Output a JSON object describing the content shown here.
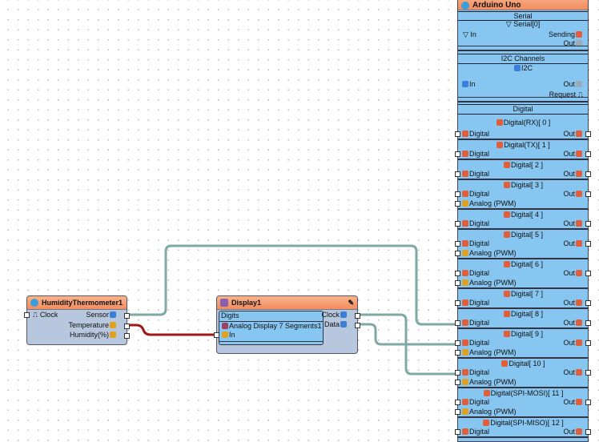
{
  "humidity": {
    "title": "HumidityThermometer1",
    "clock": "Clock",
    "sensor": "Sensor",
    "temperature": "Temperature",
    "humidity": "Humidity(%)"
  },
  "display": {
    "title": "Display1",
    "digits": "Digits",
    "element": "Analog Display 7 Segments1",
    "in": "In",
    "clock": "Clock",
    "data": "Data"
  },
  "arduino": {
    "title": "Arduino Uno",
    "serial": {
      "header": "Serial",
      "name": "Serial[0]",
      "in": "In",
      "sending": "Sending",
      "out": "Out"
    },
    "i2c": {
      "header": "I2C Channels",
      "name": "I2C",
      "in": "In",
      "out": "Out",
      "request": "Request"
    },
    "digital_header": "Digital",
    "pins": [
      {
        "name": "Digital(RX)[ 0 ]",
        "in": "Digital",
        "out": "Out",
        "analog": null
      },
      {
        "name": "Digital(TX)[ 1 ]",
        "in": "Digital",
        "out": "Out",
        "analog": null
      },
      {
        "name": "Digital[ 2 ]",
        "in": "Digital",
        "out": "Out",
        "analog": null
      },
      {
        "name": "Digital[ 3 ]",
        "in": "Digital",
        "out": "Out",
        "analog": "Analog (PWM)"
      },
      {
        "name": "Digital[ 4 ]",
        "in": "Digital",
        "out": "Out",
        "analog": null
      },
      {
        "name": "Digital[ 5 ]",
        "in": "Digital",
        "out": "Out",
        "analog": "Analog (PWM)"
      },
      {
        "name": "Digital[ 6 ]",
        "in": "Digital",
        "out": "Out",
        "analog": "Analog (PWM)"
      },
      {
        "name": "Digital[ 7 ]",
        "in": "Digital",
        "out": "Out",
        "analog": null
      },
      {
        "name": "Digital[ 8 ]",
        "in": "Digital",
        "out": "Out",
        "analog": null
      },
      {
        "name": "Digital[ 9 ]",
        "in": "Digital",
        "out": "Out",
        "analog": "Analog (PWM)"
      },
      {
        "name": "Digital[ 10 ]",
        "in": "Digital",
        "out": "Out",
        "analog": "Analog (PWM)"
      },
      {
        "name": "Digital(SPI-MOSI)[ 11 ]",
        "in": "Digital",
        "out": "Out",
        "analog": "Analog (PWM)"
      },
      {
        "name": "Digital(SPI-MISO)[ 12 ]",
        "in": "Digital",
        "out": "Out",
        "analog": null
      }
    ]
  },
  "colors": {
    "wire": "#5f8f8a",
    "wire_selected": "#a01818",
    "title": "#f28d5f",
    "board": "#87c6f0"
  }
}
